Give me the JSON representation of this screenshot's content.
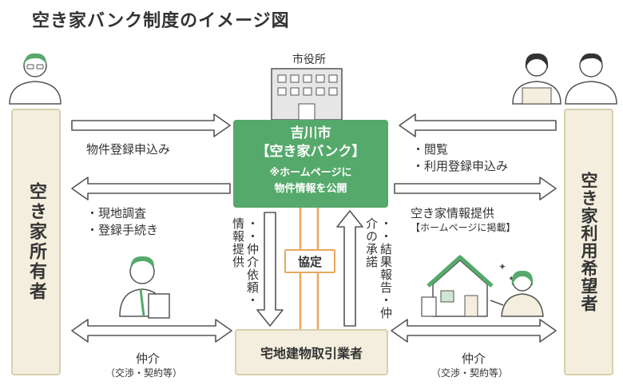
{
  "title": "空き家バンク制度のイメージ図",
  "city_hall_label": "市役所",
  "center_box": {
    "line1": "吉川市",
    "line2": "【空き家バンク】",
    "line3": "※ホームページに",
    "line4": "物件情報を公開"
  },
  "left_box": "空き家所有者",
  "right_box": "空き家利用希望者",
  "bottom_box": "宅地建物取引業者",
  "agreement": "協定",
  "arrows": {
    "property_registration": "物件登録申込み",
    "survey": "・現地調査",
    "registration_procedure": "・登録手続き",
    "browse": "・閲覧",
    "use_registration": "・利用登録申込み",
    "info_provision": "空き家情報提供",
    "info_provision_sub": "【ホームページに掲載】",
    "mediation_request": "・・仲介依頼・情報提供",
    "result_report": "・・結果報告・仲介の承諾",
    "mediation_left": "仲介",
    "mediation_left_sub": "（交渉・契約等）",
    "mediation_right": "仲介",
    "mediation_right_sub": "（交渉・契約等）"
  },
  "colors": {
    "green": "#55a96b",
    "tan": "#f3eedd",
    "orange": "#e9a75c",
    "arrow_gray": "#555555"
  }
}
